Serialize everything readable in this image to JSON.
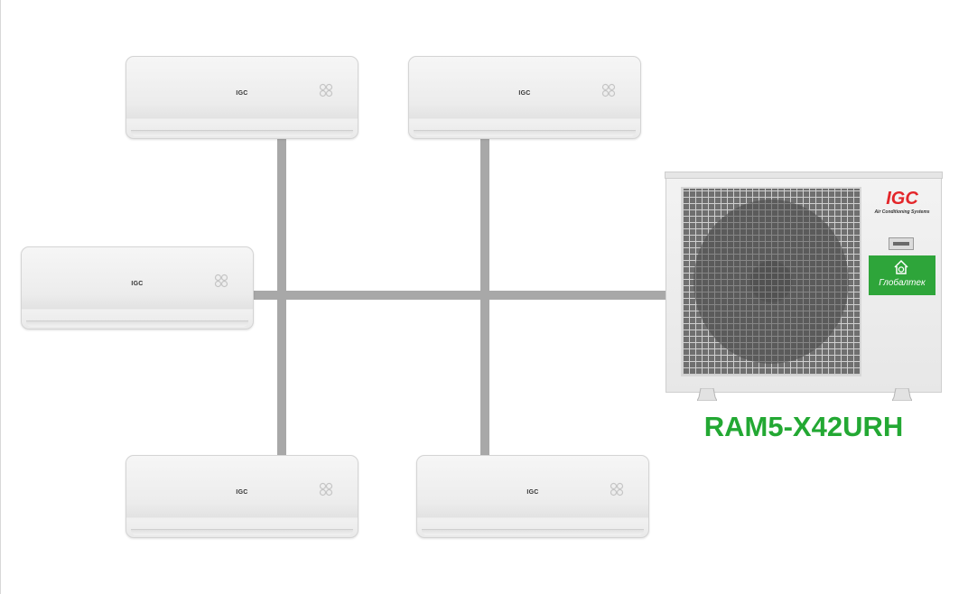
{
  "indoor_units": [
    {
      "id": "indoor-unit-top-left",
      "brand": "IGC"
    },
    {
      "id": "indoor-unit-top-right",
      "brand": "IGC"
    },
    {
      "id": "indoor-unit-middle-left",
      "brand": "IGC"
    },
    {
      "id": "indoor-unit-bottom-left",
      "brand": "IGC"
    },
    {
      "id": "indoor-unit-bottom-right",
      "brand": "IGC"
    }
  ],
  "outdoor_unit": {
    "brand": "IGC",
    "brand_subtitle": "Air Conditioning Systems",
    "dealer_name": "Глобалтек",
    "model": "RAM5-X42URH"
  },
  "colors": {
    "pipe": "#a8a8a8",
    "model_text": "#23a833",
    "dealer_panel": "#2ea53a",
    "brand_red": "#e3262a"
  }
}
